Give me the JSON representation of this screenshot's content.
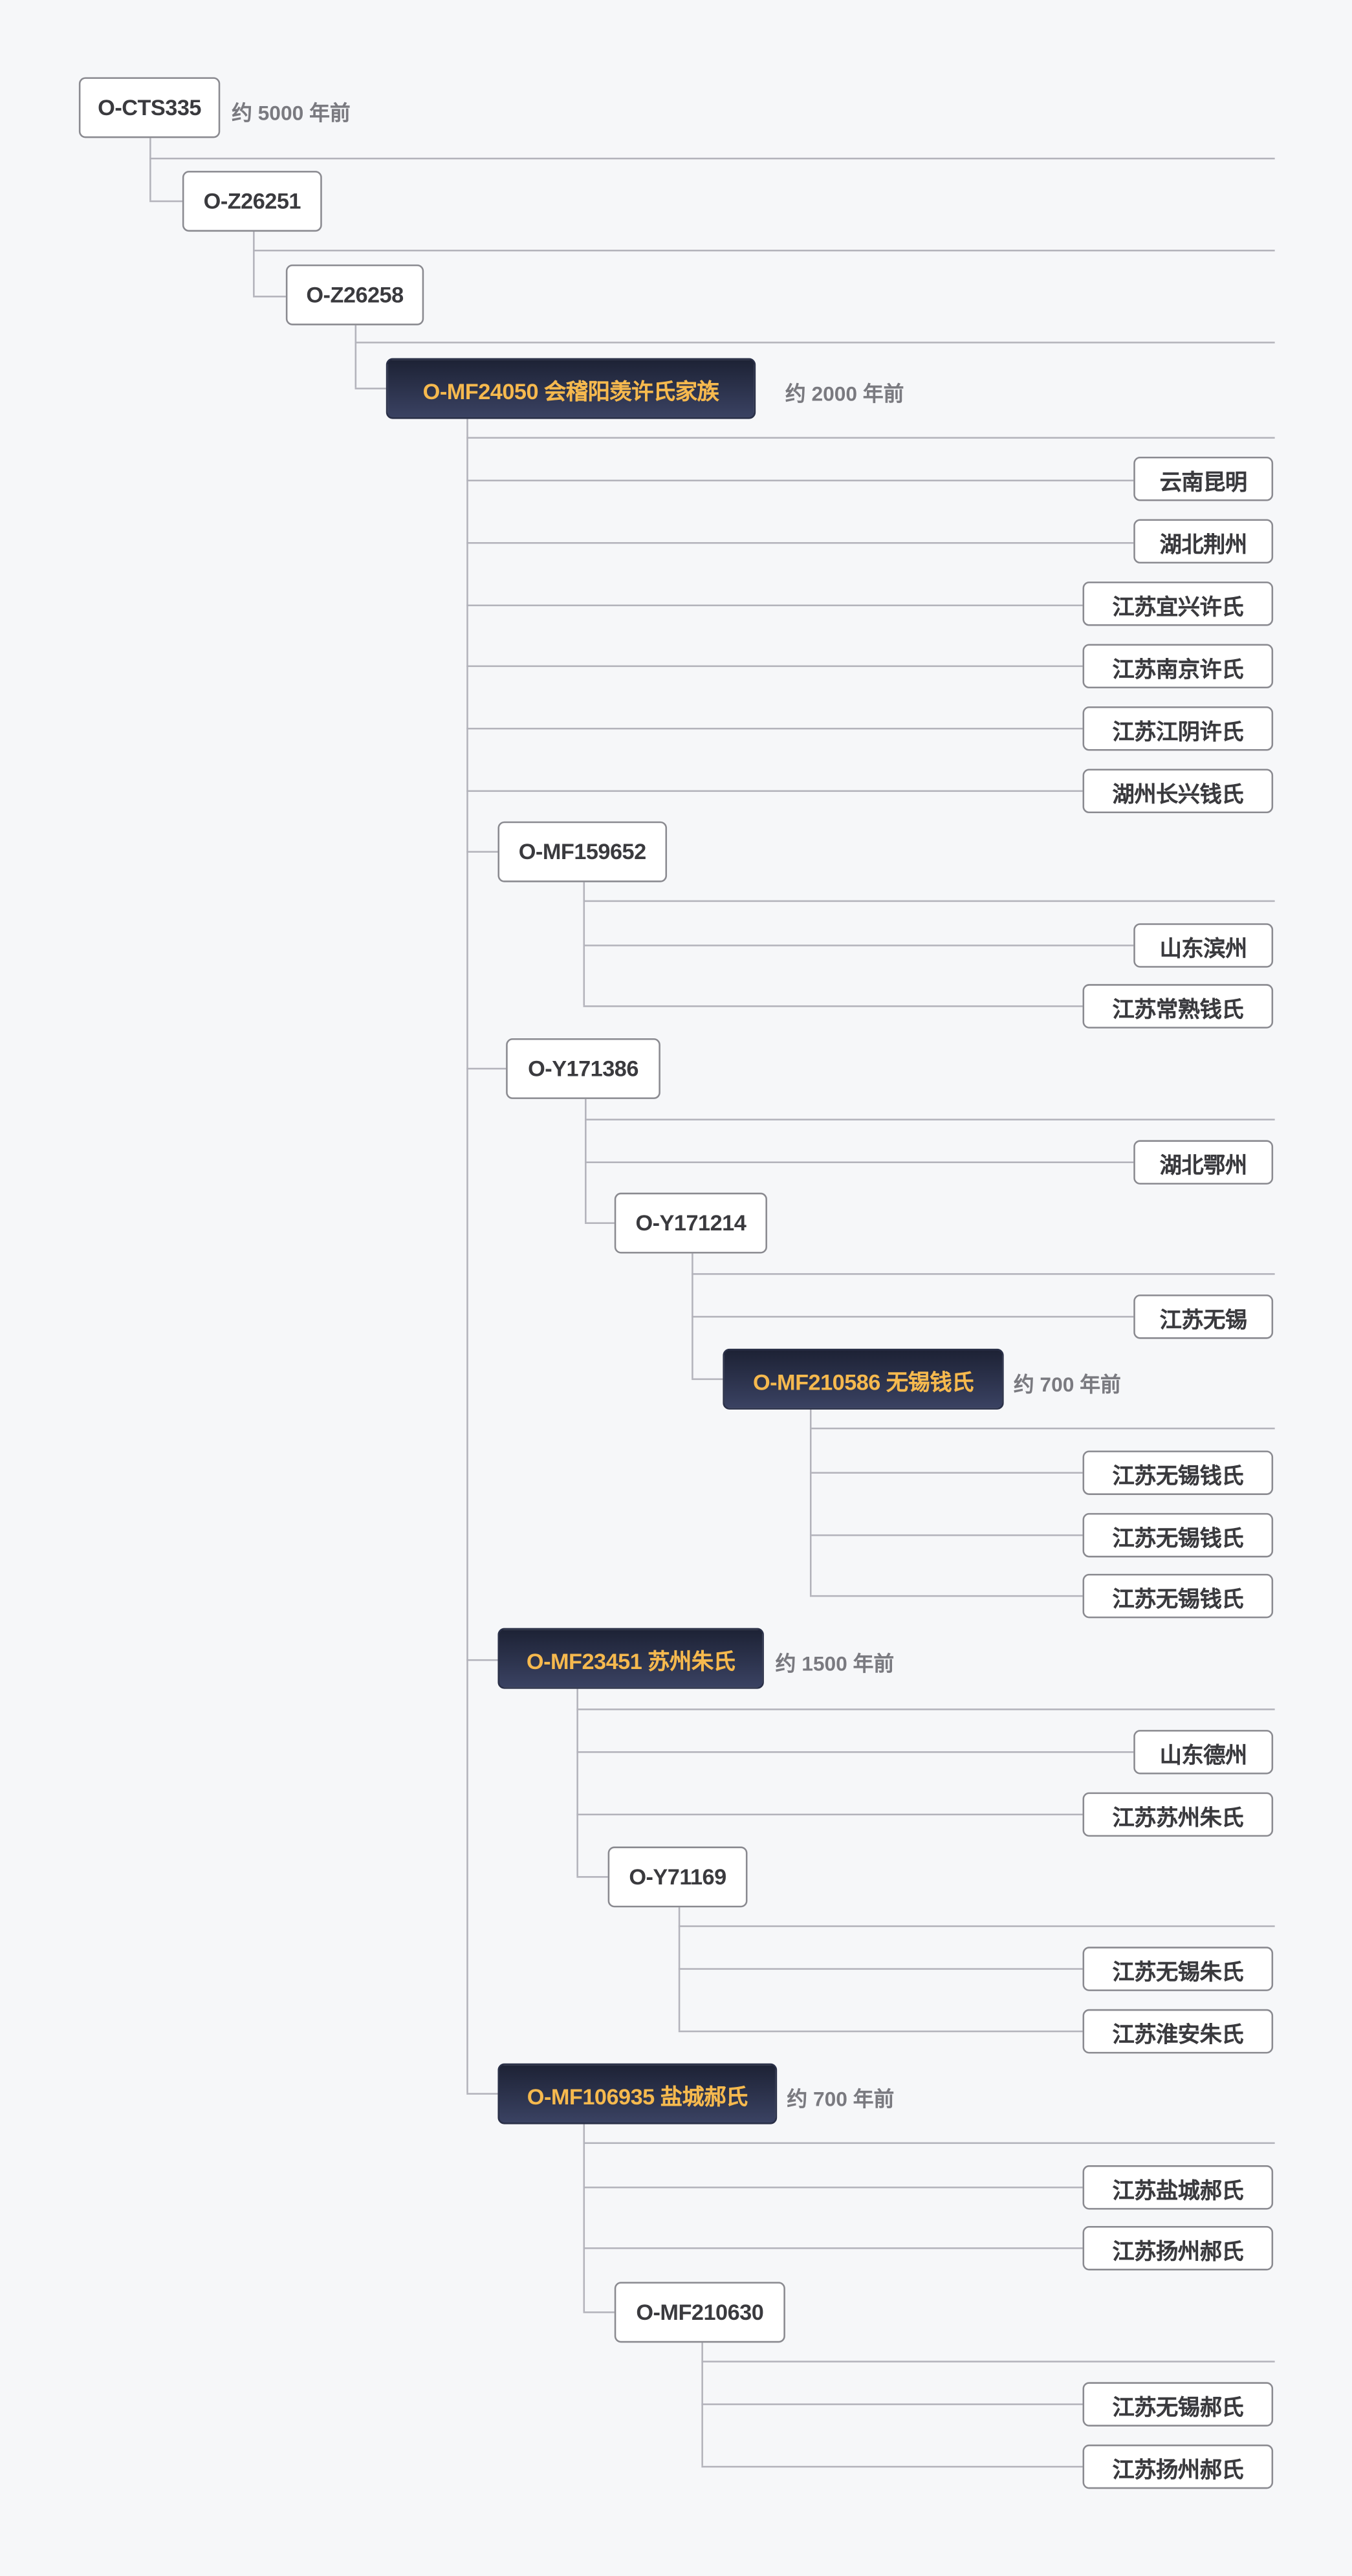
{
  "colors": {
    "background": "#f6f7f9",
    "dark_node_text": "#f6b94e",
    "dark_node_bg": "#2a3048",
    "line": "#b3b3bb"
  },
  "nodes": [
    {
      "label": "O-CTS335",
      "age": "约 5000 年前"
    },
    {
      "label": "O-Z26251"
    },
    {
      "label": "O-Z26258"
    },
    {
      "label": "O-MF24050 会稽阳羡许氏家族",
      "age": "约 2000 年前"
    },
    {
      "label": "云南昆明"
    },
    {
      "label": "湖北荆州"
    },
    {
      "label": "江苏宜兴许氏"
    },
    {
      "label": "江苏南京许氏"
    },
    {
      "label": "江苏江阴许氏"
    },
    {
      "label": "湖州长兴钱氏"
    },
    {
      "label": "O-MF159652"
    },
    {
      "label": "山东滨州"
    },
    {
      "label": "江苏常熟钱氏"
    },
    {
      "label": "O-Y171386"
    },
    {
      "label": "湖北鄂州"
    },
    {
      "label": "O-Y171214"
    },
    {
      "label": "江苏无锡"
    },
    {
      "label": "O-MF210586 无锡钱氏",
      "age": "约 700 年前"
    },
    {
      "label": "江苏无锡钱氏"
    },
    {
      "label": "江苏无锡钱氏"
    },
    {
      "label": "江苏无锡钱氏"
    },
    {
      "label": "O-MF23451 苏州朱氏",
      "age": "约 1500 年前"
    },
    {
      "label": "山东德州"
    },
    {
      "label": "江苏苏州朱氏"
    },
    {
      "label": "O-Y71169"
    },
    {
      "label": "江苏无锡朱氏"
    },
    {
      "label": "江苏淮安朱氏"
    },
    {
      "label": "O-MF106935 盐城郝氏",
      "age": "约 700 年前"
    },
    {
      "label": "江苏盐城郝氏"
    },
    {
      "label": "江苏扬州郝氏"
    },
    {
      "label": "O-MF210630"
    },
    {
      "label": "江苏无锡郝氏"
    },
    {
      "label": "江苏扬州郝氏"
    }
  ]
}
